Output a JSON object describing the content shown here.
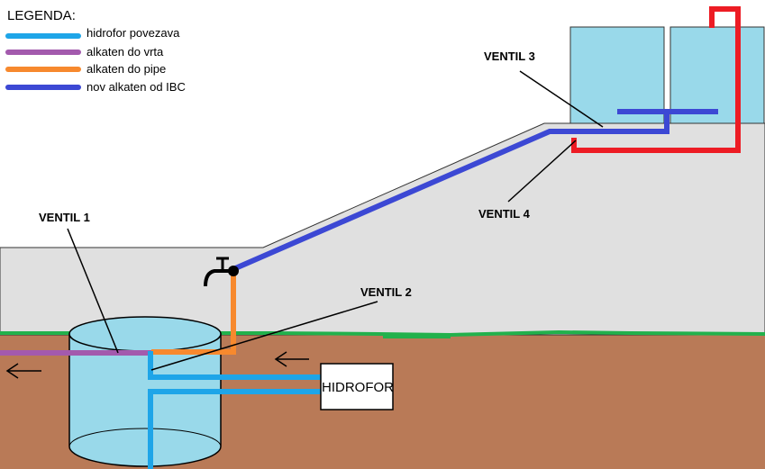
{
  "legend": {
    "title": "LEGENDA:",
    "items": [
      {
        "label": "hidrofor povezava",
        "color": "#1ea5e8"
      },
      {
        "label": "alkaten do vrta",
        "color": "#a35aad"
      },
      {
        "label": "alkaten do pipe",
        "color": "#f7892e"
      },
      {
        "label": "nov alkaten od IBC",
        "color": "#3c48d4"
      }
    ]
  },
  "labels": {
    "ventil_1": "VENTIL 1",
    "ventil_2": "VENTIL 2",
    "ventil_3": "VENTIL 3",
    "ventil_4": "VENTIL 4",
    "hidrofor": "HIDROFOR"
  },
  "colors": {
    "soil": "#b97a57",
    "grass": "#22b14c",
    "house": "#e0e0e0",
    "water": "#99d9ea",
    "red_pipe": "#ed1c24",
    "faucet": "#000000"
  }
}
